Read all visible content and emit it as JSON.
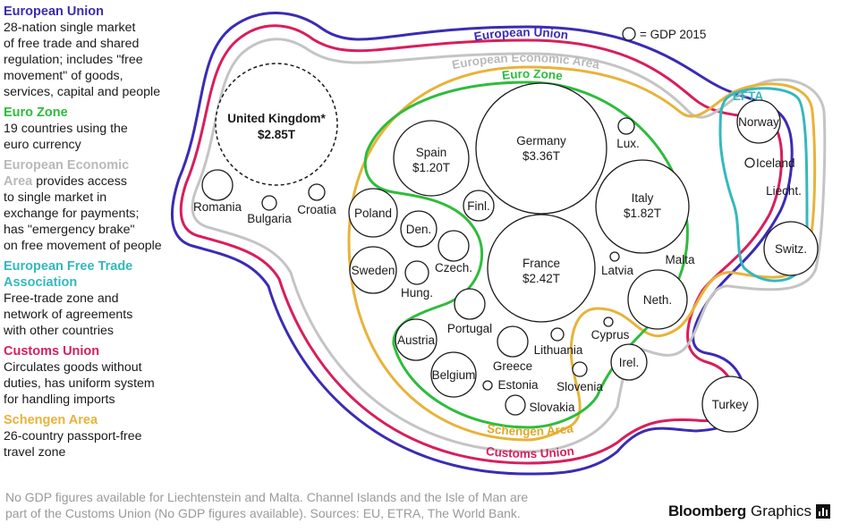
{
  "legend": [
    {
      "title": "European Union",
      "color": "#3b2bb5",
      "lines": [
        "28-nation single market",
        "of free trade and shared",
        "regulation; includes \"free",
        "movement\" of goods,",
        "services, capital and people"
      ]
    },
    {
      "title": "Euro Zone",
      "color": "#2ebc3c",
      "lines": [
        "19 countries using the",
        "euro currency"
      ]
    },
    {
      "title_lines": [
        "European Economic",
        "Area"
      ],
      "title_inline_suffix": " provides access",
      "color": "#b9b9b9",
      "lines": [
        "to single market in",
        "exchange for payments;",
        "has \"emergency brake\"",
        "on free movement of people"
      ]
    },
    {
      "title_lines": [
        "European Free Trade",
        "Association"
      ],
      "color": "#34b8bd",
      "lines": [
        "Free-trade zone and",
        "network of agreements",
        "with other countries"
      ]
    },
    {
      "title": "Customs Union",
      "color": "#d81e5b",
      "lines": [
        "Circulates goods without",
        "duties, has uniform system",
        "for handling imports"
      ]
    },
    {
      "title": "Schengen Area",
      "color": "#e8b33a",
      "lines": [
        "26-country passport-free",
        "travel zone"
      ]
    }
  ],
  "footnote": [
    "No GDP figures available for Liechtenstein and Malta. Channel Islands and the Isle of Man are",
    "part of the Customs Union (No GDP figures available). Sources: EU, ETRA, The World Bank."
  ],
  "logo": {
    "bold": "Bloomberg",
    "regular": "Graphics"
  },
  "size_key": "= GDP 2015",
  "arc_labels": {
    "eu": "European Union",
    "eea": "European Economic Area",
    "euro": "Euro Zone",
    "efta": "EFTA",
    "schengen": "Schengen Area",
    "customs": "Customs Union"
  },
  "colors": {
    "eu": "#3b2bb5",
    "customs": "#d81e5b",
    "eea": "#c4c4c4",
    "euro": "#2ebc3c",
    "efta": "#34b8bd",
    "schengen": "#e8b33a"
  },
  "countries": {
    "uk": {
      "name": "United Kingdom*",
      "gdp": "$2.85T"
    },
    "germany": {
      "name": "Germany",
      "gdp": "$3.36T"
    },
    "france": {
      "name": "France",
      "gdp": "$2.42T"
    },
    "italy": {
      "name": "Italy",
      "gdp": "$1.82T"
    },
    "spain": {
      "name": "Spain",
      "gdp": "$1.20T"
    },
    "netherlands": {
      "name": "Neth."
    },
    "poland": {
      "name": "Poland"
    },
    "sweden": {
      "name": "Sweden"
    },
    "belgium": {
      "name": "Belgium"
    },
    "austria": {
      "name": "Austria"
    },
    "denmark": {
      "name": "Den."
    },
    "finland": {
      "name": "Finl."
    },
    "ireland": {
      "name": "Irel."
    },
    "portugal": {
      "name": "Portugal"
    },
    "greece": {
      "name": "Greece"
    },
    "czech": {
      "name": "Czech."
    },
    "romania": {
      "name": "Romania"
    },
    "hungary": {
      "name": "Hung."
    },
    "slovakia": {
      "name": "Slovakia"
    },
    "luxembourg": {
      "name": "Lux."
    },
    "bulgaria": {
      "name": "Bulgaria"
    },
    "croatia": {
      "name": "Croatia"
    },
    "slovenia": {
      "name": "Slovenia"
    },
    "lithuania": {
      "name": "Lithuania"
    },
    "latvia": {
      "name": "Latvia"
    },
    "estonia": {
      "name": "Estonia"
    },
    "cyprus": {
      "name": "Cyprus"
    },
    "malta": {
      "name": "Malta"
    },
    "norway": {
      "name": "Norway"
    },
    "iceland": {
      "name": "Iceland"
    },
    "liechtenstein": {
      "name": "Liecht."
    },
    "switzerland": {
      "name": "Switz."
    },
    "turkey": {
      "name": "Turkey"
    }
  }
}
